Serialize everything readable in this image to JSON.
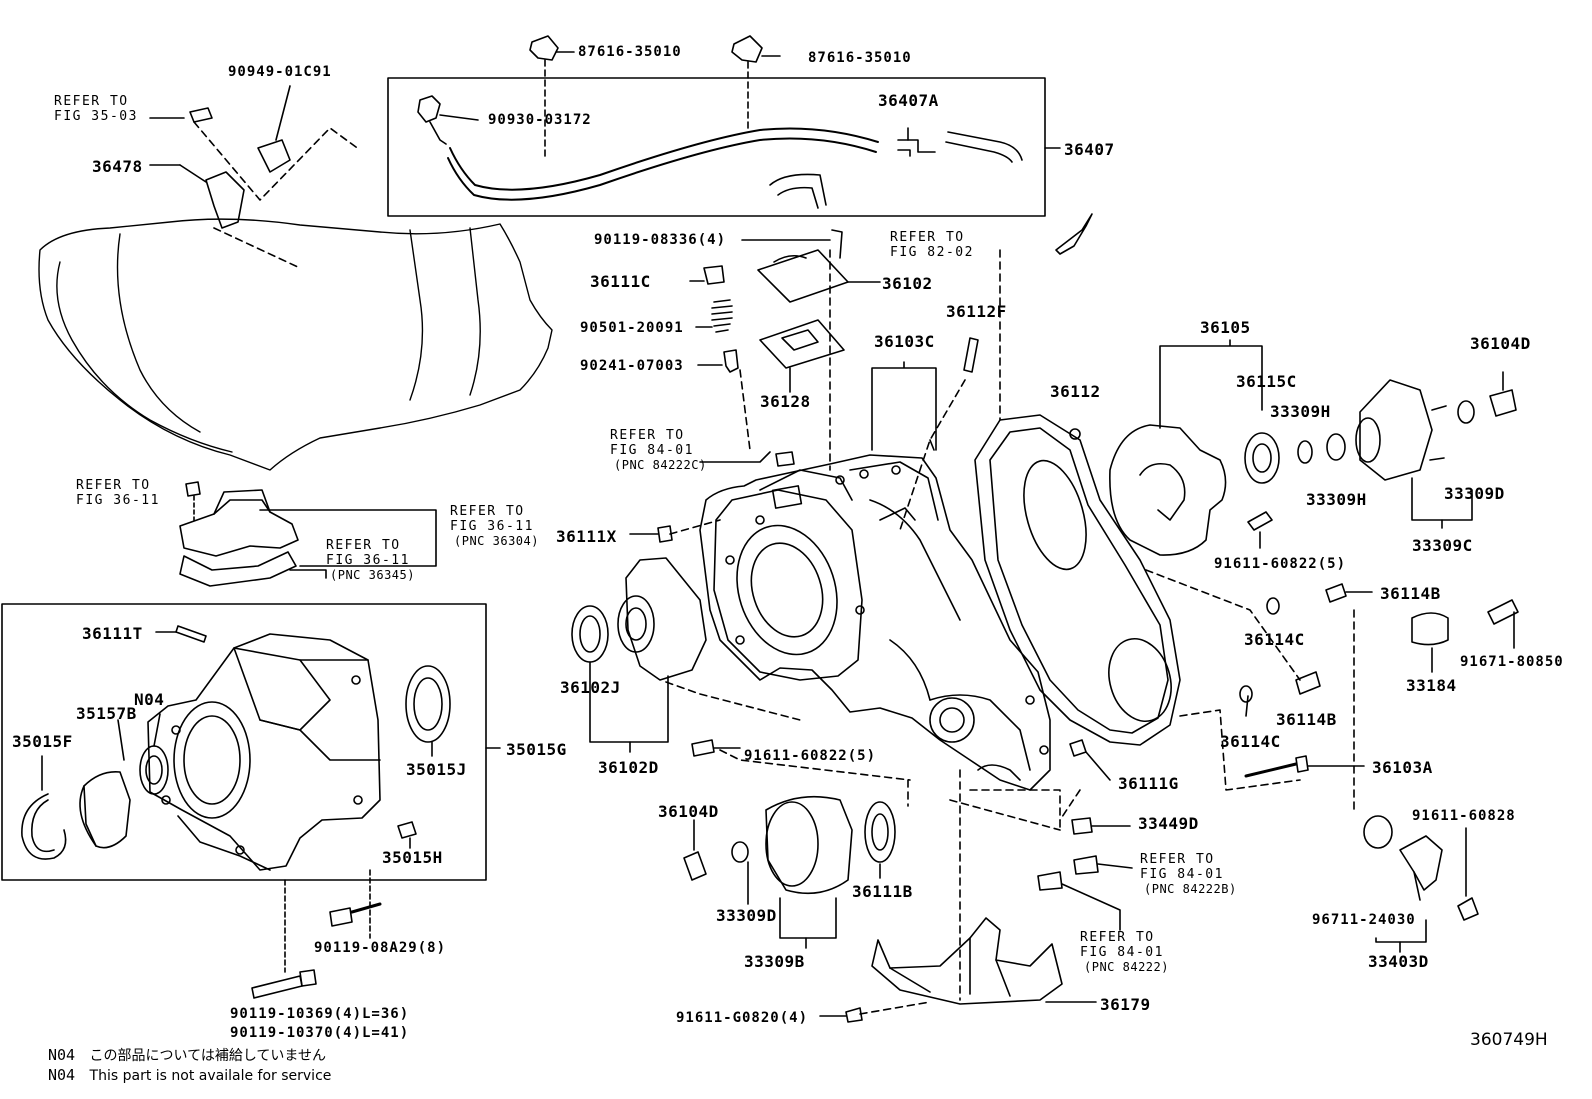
{
  "labels": {
    "p87616a": "87616-35010",
    "p87616b": "87616-35010",
    "p90949": "90949-01C91",
    "p90930": "90930-03172",
    "p36407A": "36407A",
    "p36407": "36407",
    "p36478": "36478",
    "p90119_08336": "90119-08336(4)",
    "p36111C": "36111C",
    "p36102": "36102",
    "p90501": "90501-20091",
    "p36112F": "36112F",
    "p90241": "90241-07003",
    "p36128": "36128",
    "p36103C": "36103C",
    "p36105": "36105",
    "p36104D_r": "36104D",
    "p36112": "36112",
    "p36115C": "36115C",
    "p33309H_a": "33309H",
    "p33309H_b": "33309H",
    "p33309D_r": "33309D",
    "p33309C": "33309C",
    "p36111X": "36111X",
    "p91611_60822_a": "91611-60822(5)",
    "p36114B_a": "36114B",
    "p36114C_a": "36114C",
    "p91671": "91671-80850",
    "p33184": "33184",
    "p36114B_b": "36114B",
    "p36114C_b": "36114C",
    "p36111T": "36111T",
    "p35157B": "35157B",
    "pN04": "N04",
    "p35015F": "35015F",
    "p35015G": "35015G",
    "p35015J": "35015J",
    "p35015H": "35015H",
    "p36102J": "36102J",
    "p36102D": "36102D",
    "p91611_60822_b": "91611-60822(5)",
    "p36103A": "36103A",
    "p36111G": "36111G",
    "p91611_60828": "91611-60828",
    "p36104D_l": "36104D",
    "p33449D": "33449D",
    "p36111B": "36111B",
    "p33309D_l": "33309D",
    "p96711": "96711-24030",
    "p33403D": "33403D",
    "p33309B": "33309B",
    "p90119_08A29": "90119-08A29(8)",
    "p90119_10369": "90119-10369(4)L=36)",
    "p90119_10370": "90119-10370(4)L=41)",
    "p91611_G0820": "91611-G0820(4)",
    "p36179": "36179"
  },
  "refs": {
    "r3503": [
      "REFER TO",
      "FIG 35-03"
    ],
    "r8202": [
      "REFER TO",
      "FIG 82-02"
    ],
    "r8401a": [
      "REFER TO",
      "FIG 84-01",
      "(PNC 84222C)"
    ],
    "r3611a": [
      "REFER TO",
      "FIG 36-11"
    ],
    "r3611b": [
      "REFER TO",
      "FIG 36-11",
      "(PNC 36304)"
    ],
    "r3611c": [
      "REFER TO",
      "FIG 36-11",
      "(PNC 36345)"
    ],
    "r8401b": [
      "REFER TO",
      "FIG 84-01",
      "(PNC 84222B)"
    ],
    "r8401c": [
      "REFER TO",
      "FIG 84-01",
      "(PNC 84222)"
    ]
  },
  "footnotes": [
    {
      "code": "N04",
      "text": "この部品については補給していません"
    },
    {
      "code": "N04",
      "text": "This part is not availale for service"
    }
  ],
  "figure_id": "360749H"
}
